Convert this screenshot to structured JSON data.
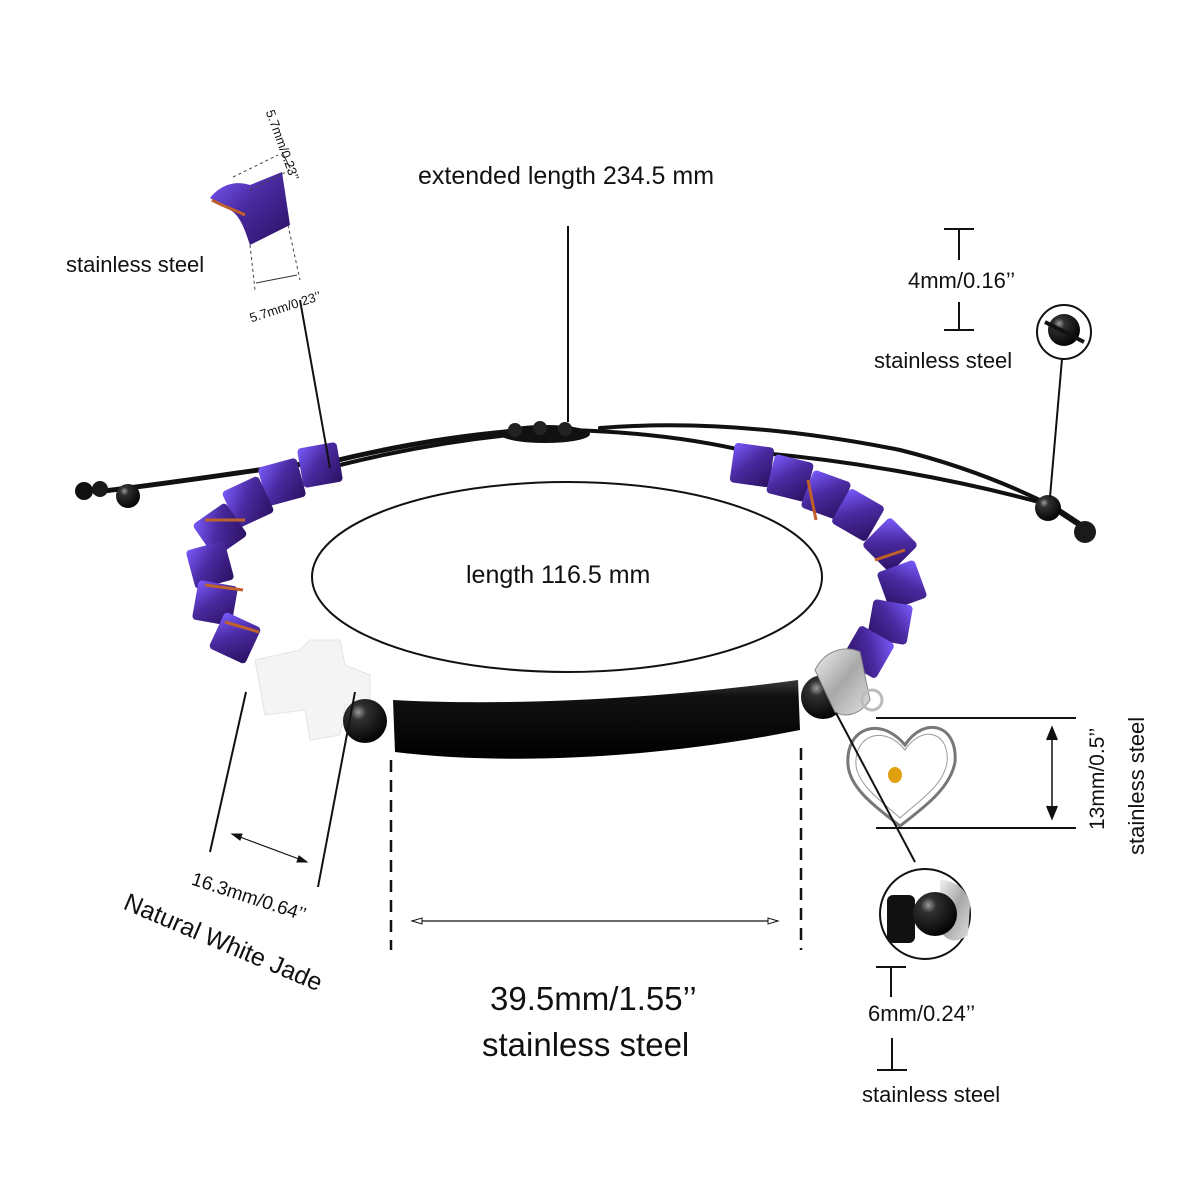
{
  "diagram": {
    "title": "Bracelet dimensions",
    "extended_length": "extended length 234.5 mm",
    "length": "length 116.5 mm",
    "cube_bead": {
      "material": "stainless steel",
      "dim_top": "5.7mm/0.23’’",
      "dim_bottom": "5.7mm/0.23’’"
    },
    "end_bead": {
      "dimension": "4mm/0.16’’",
      "material": "stainless steel"
    },
    "heart_charm": {
      "dimension": "13mm/0.5’’",
      "material": "stainless steel"
    },
    "bar": {
      "dimension": "39.5mm/1.55’’",
      "material": "stainless steel"
    },
    "round_bead": {
      "dimension": "6mm/0.24’’",
      "material": "stainless steel"
    },
    "cross_bead": {
      "dimension": "16.3mm/0.64’’",
      "material": "Natural White Jade"
    },
    "colors": {
      "bead_purple": "#4a2aa0",
      "bead_highlight": "#7a5cff",
      "bead_orange": "#c0602a",
      "cord": "#111111",
      "bar": "#0a0a0a",
      "silver": "#c8c8c8",
      "jade": "#f4f4f4",
      "mustard_seed": "#e0a010"
    }
  }
}
